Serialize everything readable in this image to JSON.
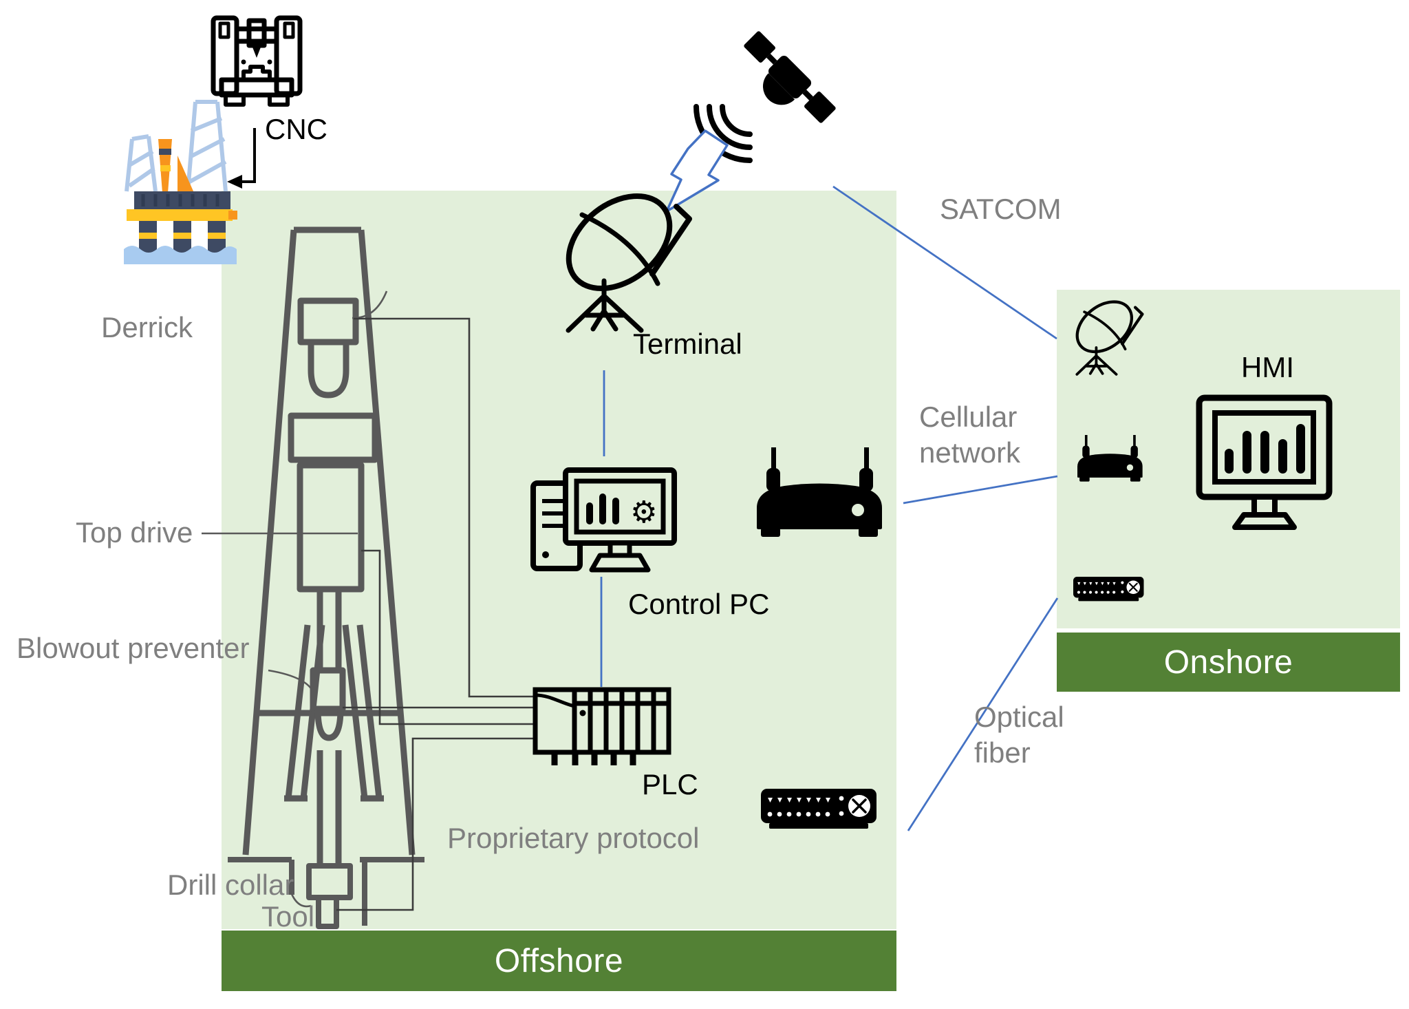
{
  "diagram": {
    "title_context": "Offshore drilling rig remote control architecture",
    "regions": {
      "offshore": {
        "label": "Offshore"
      },
      "onshore": {
        "label": "Onshore"
      }
    },
    "equipment_labels": {
      "cnc": "CNC",
      "derrick": "Derrick",
      "top_drive": "Top drive",
      "blowout_preventer": "Blowout preventer",
      "drill_collar": "Drill collar",
      "tool": "Tool",
      "terminal": "Terminal",
      "control_pc": "Control PC",
      "plc": "PLC",
      "hmi": "HMI"
    },
    "link_labels": {
      "satcom": "SATCOM",
      "cellular_network": "Cellular\nnetwork",
      "optical_fiber": "Optical\nfiber",
      "proprietary_protocol": "Proprietary protocol"
    },
    "colors": {
      "region_fill": "#E2EFDA",
      "region_banner": "#538135",
      "link_blue": "#4472C4",
      "label_gray": "#7F7F7F",
      "drawing_gray": "#595959",
      "icon_black": "#000000"
    },
    "icons": [
      "cnc-machine-icon",
      "oil-rig-icon",
      "satellite-icon",
      "lightning-bolt-icon",
      "terminal-dish-icon",
      "control-pc-icon",
      "wifi-router-icon",
      "plc-icon",
      "network-switch-icon",
      "onshore-dish-icon",
      "onshore-router-icon",
      "onshore-switch-icon",
      "hmi-monitor-icon"
    ]
  }
}
